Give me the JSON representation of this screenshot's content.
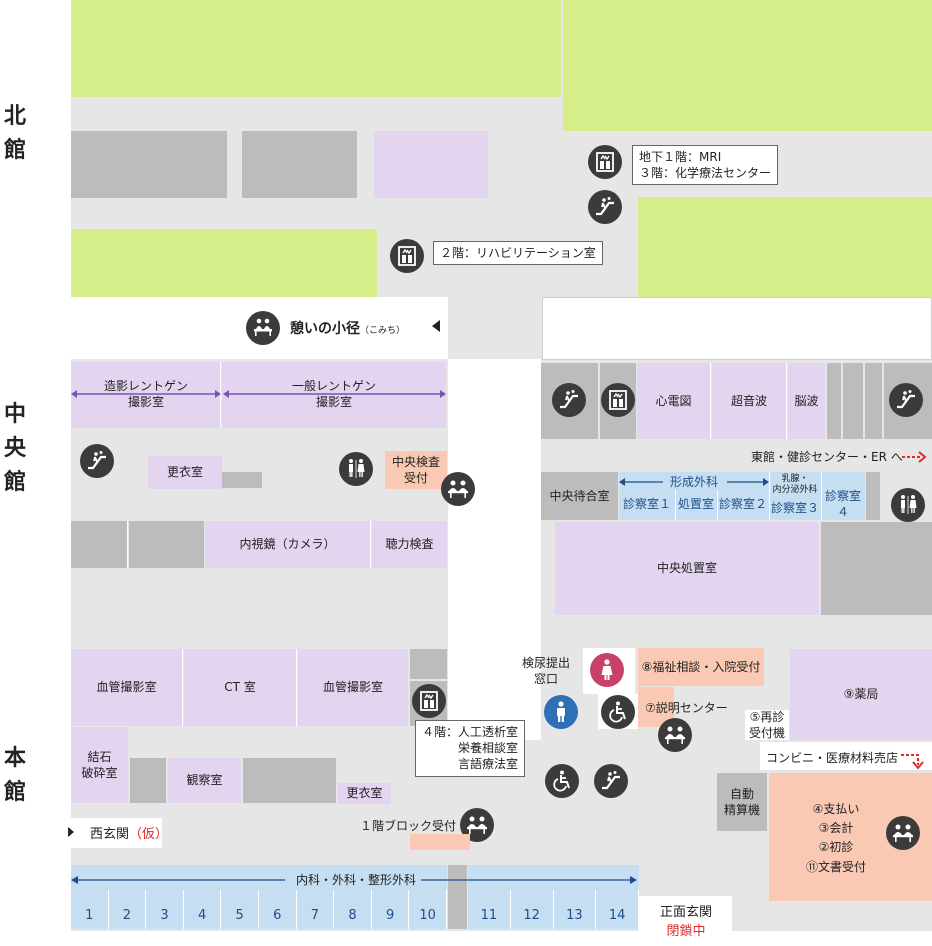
{
  "buildings": {
    "north": [
      "北",
      "館"
    ],
    "central": [
      "中",
      "央",
      "館"
    ],
    "main": [
      "本",
      "館"
    ]
  },
  "north": {
    "mri_tag": [
      "地下１階：MRI",
      "３階：化学療法センター"
    ],
    "rehab_tag": "２階：リハビリテーション室"
  },
  "path": {
    "label": "憩いの小径",
    "reading": "（こみち）"
  },
  "central_west": {
    "contrast_xray": [
      "造影レントゲン",
      "撮影室"
    ],
    "general_xray": [
      "一般レントゲン",
      "撮影室"
    ],
    "changing": "更衣室",
    "lab_reception": [
      "中央検査",
      "受付"
    ],
    "endoscopy": "内視鏡（カメラ）",
    "hearing": "聴力検査"
  },
  "central_east": {
    "ecg": "心電図",
    "ultrasound": "超音波",
    "brainwave": "脳波",
    "to_east": "東館・健診センター・ER へ",
    "waiting": "中央待合室",
    "plastic_surgery": "形成外科",
    "room1": "診察室１",
    "treatment": "処置室",
    "room2": "診察室２",
    "breast": [
      "乳腺・",
      "内分泌外科"
    ],
    "room3": "診察室３",
    "room4": "診察室４",
    "central_treatment": "中央処置室"
  },
  "main": {
    "angio1": "血管撮影室",
    "ct": "CT 室",
    "angio2": "血管撮影室",
    "lithotripsy": [
      "結石",
      "破砕室"
    ],
    "observation": "観察室",
    "changing": "更衣室",
    "elevator_tag": [
      "４階：人工透析室",
      "栄養相談室",
      "言語療法室"
    ],
    "block1_reception": "１階ブロック受付",
    "west_entrance": "西玄関",
    "west_entrance_note": "（仮）",
    "urine": [
      "検尿提出",
      "窓口"
    ],
    "welfare": "⑧福祉相談・入院受付",
    "explanation": "⑦説明センター",
    "revisit": [
      "⑤再診",
      "受付機"
    ],
    "pharmacy": "⑨薬局",
    "convenience": "コンビニ・医療材料売店",
    "auto_pay": [
      "自動",
      "精算機"
    ],
    "main_counter": [
      "④支払い",
      "③会計",
      "②初診",
      "⑪文書受付"
    ],
    "clinic_band": "内科・外科・整形外科",
    "rooms": [
      "1",
      "2",
      "3",
      "4",
      "5",
      "6",
      "7",
      "8",
      "9",
      "10",
      "11",
      "12",
      "13",
      "14"
    ],
    "front_entrance": "正面玄関",
    "front_closed": "閉鎖中"
  },
  "icons": [
    "escalator-icon",
    "elevator-icon",
    "restroom-icon",
    "reception-icon",
    "rest-area-icon",
    "wheelchair-icon",
    "male-icon",
    "female-icon",
    "arrow-icon"
  ],
  "colors": {
    "lavender": "#e3d5f0",
    "blue": "#c5def2",
    "salmon": "#f9c9b4",
    "green": "#d6ee8a",
    "gray": "#bcbcbc",
    "floor": "#e6e6e6",
    "red": "#e02b2b"
  }
}
